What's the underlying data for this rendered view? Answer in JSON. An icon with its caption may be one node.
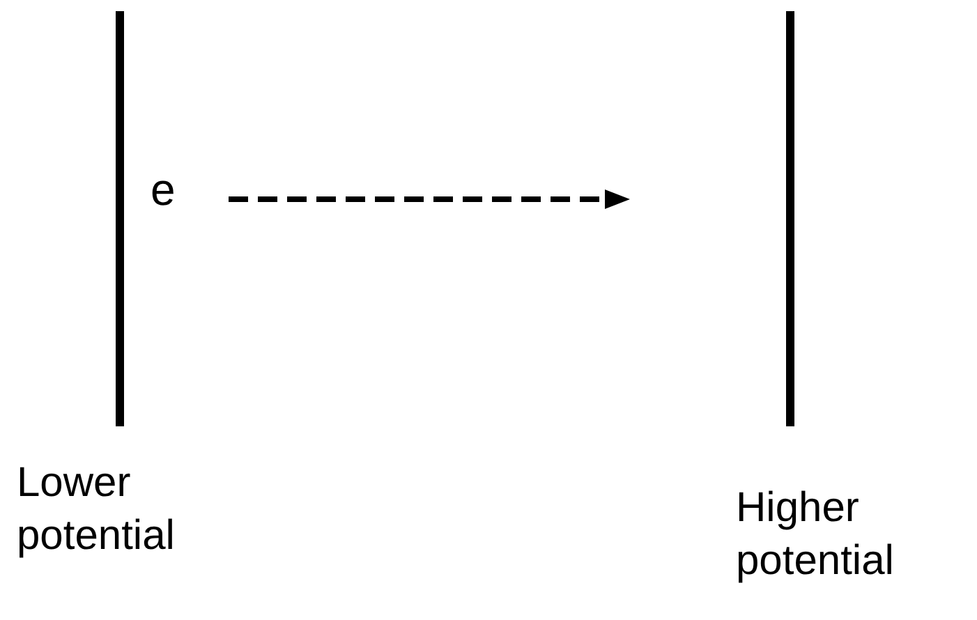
{
  "diagram": {
    "nodes": [
      {
        "text": [],
        "shape": "bar",
        "beside": [
          "Lower potential"
        ]
      },
      {
        "text": [],
        "shape": "bar",
        "beside": [
          "Higher potential"
        ]
      }
    ],
    "labels": [
      "e"
    ]
  }
}
